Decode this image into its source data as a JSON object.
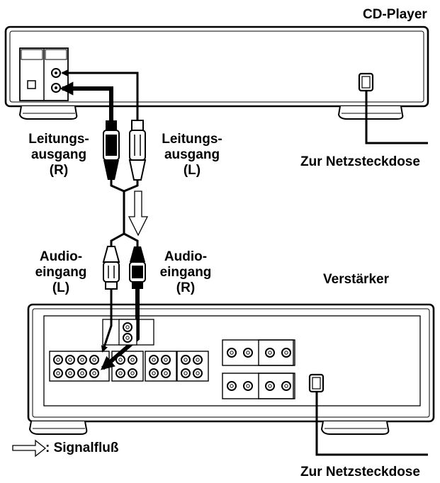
{
  "devices": {
    "cd_player": "CD-Player",
    "amplifier": "Verstärker"
  },
  "cd_outputs": {
    "right": [
      "Leitungs-",
      "ausgang",
      "(R)"
    ],
    "left": [
      "Leitungs-",
      "ausgang",
      "(L)"
    ]
  },
  "amp_inputs": {
    "left": [
      "Audio-",
      "eingang",
      "(L)"
    ],
    "right": [
      "Audio-",
      "eingang",
      "(R)"
    ]
  },
  "power": {
    "cd_outlet": "Zur Netzsteckdose",
    "amp_outlet": "Zur Netzsteckdose"
  },
  "legend": {
    "signal_flow": ": Signalfluß"
  },
  "colors": {
    "line": "#000000",
    "fill": "#ffffff"
  }
}
